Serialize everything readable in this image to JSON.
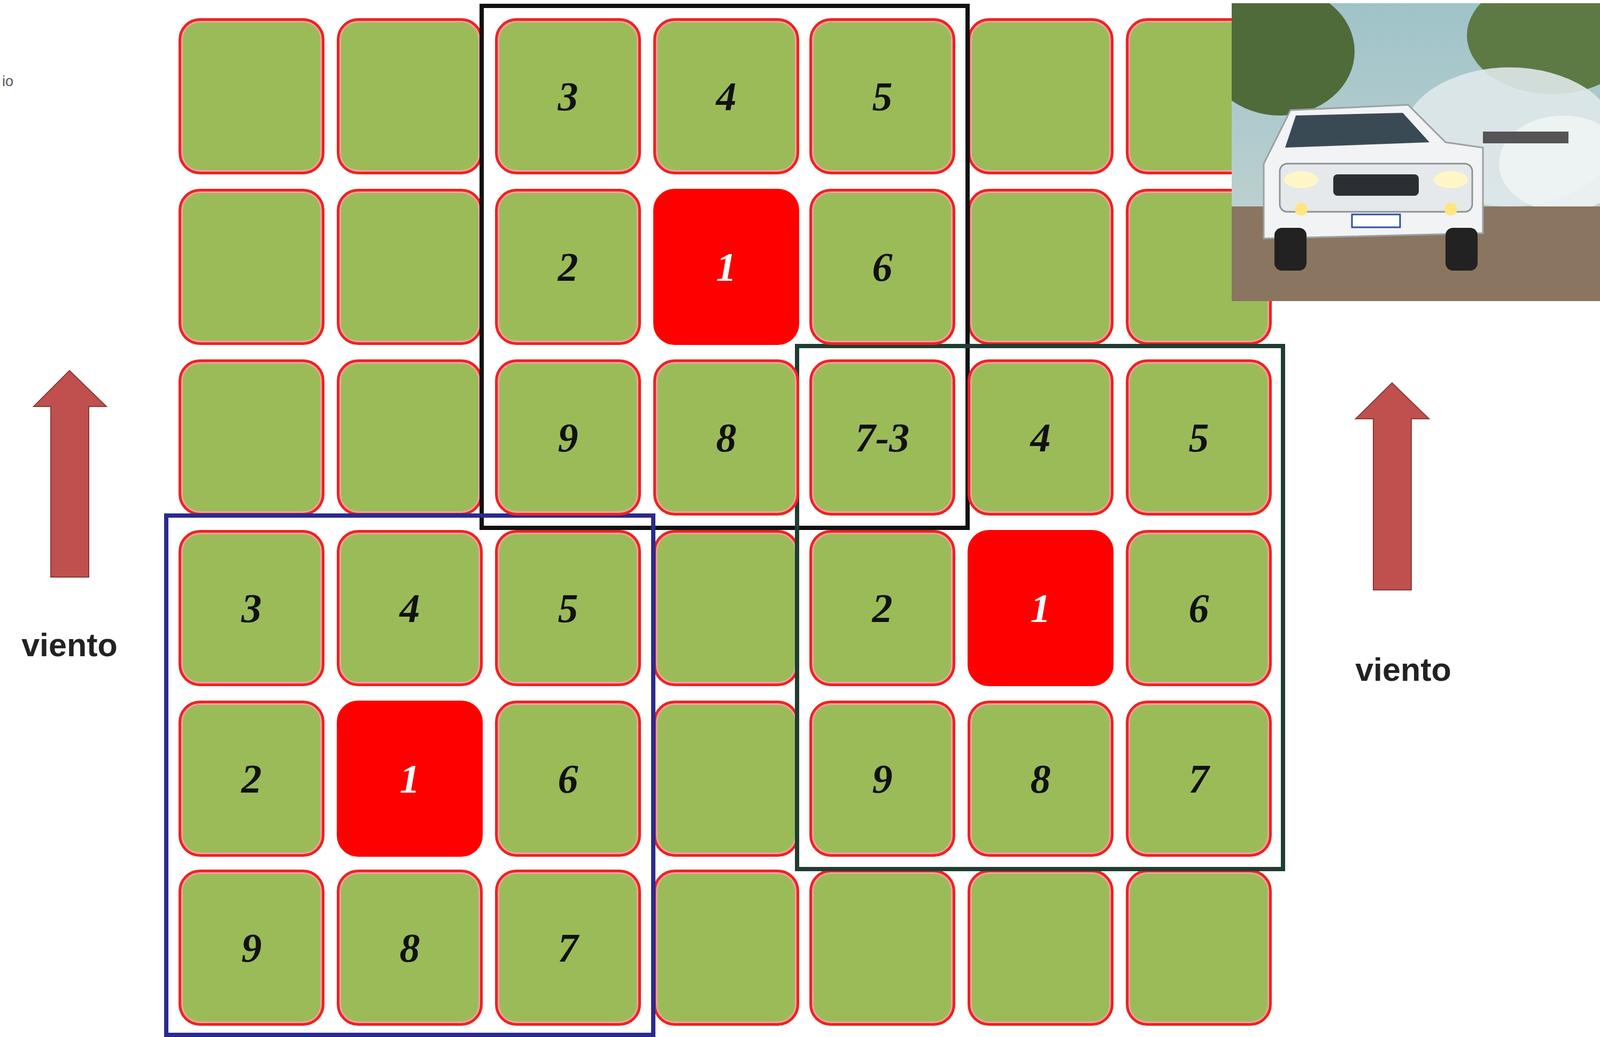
{
  "diagram": {
    "nodes": [
      {
        "text": [
          "3"
        ]
      },
      {
        "text": [
          "4"
        ]
      },
      {
        "text": [
          "5"
        ]
      },
      {
        "text": [
          "2"
        ]
      },
      {
        "text": [
          "1"
        ]
      },
      {
        "text": [
          "6"
        ]
      },
      {
        "text": [
          "9"
        ]
      },
      {
        "text": [
          "8"
        ]
      },
      {
        "text": [
          "7-3"
        ]
      },
      {
        "text": [
          "4"
        ]
      },
      {
        "text": [
          "5"
        ]
      },
      {
        "text": [
          "3"
        ]
      },
      {
        "text": [
          "4"
        ]
      },
      {
        "text": [
          "5"
        ]
      },
      {
        "text": [
          "2"
        ]
      },
      {
        "text": [
          "1"
        ]
      },
      {
        "text": [
          "6"
        ]
      },
      {
        "text": [
          "2"
        ]
      },
      {
        "text": [
          "1"
        ]
      },
      {
        "text": [
          "6"
        ]
      },
      {
        "text": [
          "9"
        ]
      },
      {
        "text": [
          "8"
        ]
      },
      {
        "text": [
          "7"
        ]
      },
      {
        "text": [
          "9"
        ]
      },
      {
        "text": [
          "8"
        ]
      },
      {
        "text": [
          "7"
        ]
      }
    ],
    "labels": [
      "viento",
      "viento",
      "io"
    ]
  }
}
